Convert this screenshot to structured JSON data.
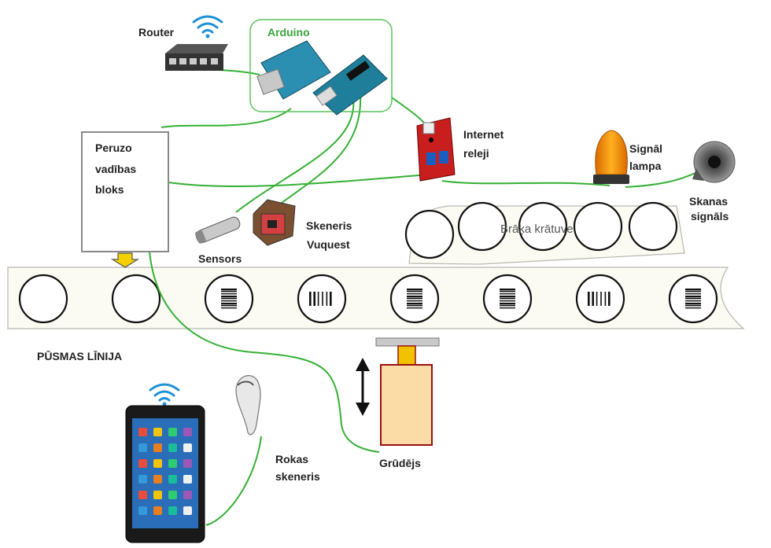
{
  "labels": {
    "router": "Router",
    "arduino": "Arduino",
    "control_block": [
      "Peruzo",
      "vadības",
      "bloks"
    ],
    "internet_relay": [
      "Internet",
      "releji"
    ],
    "signal_lamp": [
      "Signāl",
      "lampa"
    ],
    "sound_signal": [
      "Skanas",
      "signāls"
    ],
    "sensor": "Sensors",
    "scanner": [
      "Skeneris",
      "Vuquest"
    ],
    "reject_storage": "Brāķa krātuve",
    "conveyor_line": "PŪSMAS LĪNIJA",
    "pusher": "Grūdējs",
    "hand_scanner": [
      "Rokas",
      "skeneris"
    ]
  },
  "icons": {
    "router_wifi": "wifi-icon",
    "tablet_wifi": "wifi-icon",
    "down_arrow": "down-arrow-icon",
    "pusher_arrow": "double-vertical-arrow-icon"
  },
  "conveyor_items": [
    {
      "barcode": false,
      "orientation": "none"
    },
    {
      "barcode": false,
      "orientation": "none"
    },
    {
      "barcode": true,
      "orientation": "horizontal"
    },
    {
      "barcode": true,
      "orientation": "vertical"
    },
    {
      "barcode": true,
      "orientation": "horizontal"
    },
    {
      "barcode": true,
      "orientation": "horizontal"
    },
    {
      "barcode": true,
      "orientation": "vertical"
    },
    {
      "barcode": true,
      "orientation": "horizontal"
    }
  ],
  "reject_items": 5,
  "colors": {
    "wire": "#35b035",
    "arduino_outline": "#59c259",
    "arrow_yellow": "#f5d000",
    "pusher_body": "#fbdca6",
    "pusher_outline": "#9a1010",
    "lamp": "#f28a00"
  }
}
